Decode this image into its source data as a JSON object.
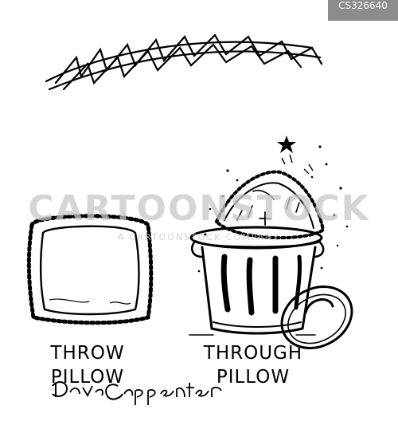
{
  "tag": {
    "id": "CS326640"
  },
  "captions": {
    "left": {
      "line1": "THROW",
      "line2": "PILLOW"
    },
    "right": {
      "line1": "THROUGH",
      "line2": "PILLOW"
    }
  },
  "signature": "Dave Carpenter",
  "watermark": {
    "main": "CARTOONSTOCK",
    "sub": "A CARTOONSTOCK COMPANY"
  },
  "colors": {
    "ink": "#000000",
    "tag": "#8c8c8c",
    "watermark": "#c8c8c8"
  }
}
